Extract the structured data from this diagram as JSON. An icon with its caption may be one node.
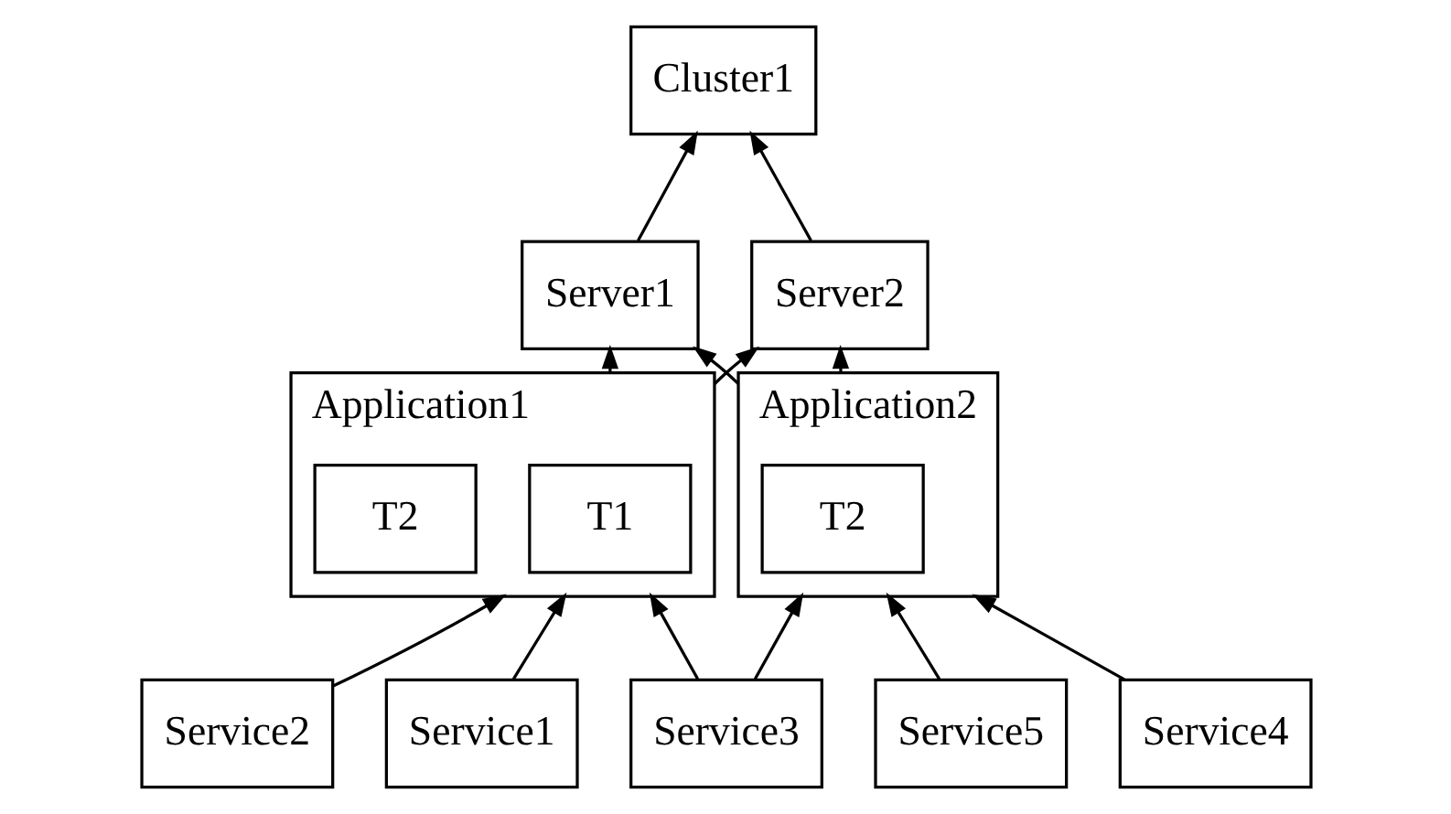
{
  "diagram": {
    "nodes": [
      {
        "text": [
          "Cluster1"
        ]
      },
      {
        "text": [
          "Server1"
        ]
      },
      {
        "text": [
          "Server2"
        ]
      },
      {
        "text": [
          "Application1"
        ]
      },
      {
        "text": [
          "T1"
        ],
        "in": 3
      },
      {
        "text": [
          "T2"
        ],
        "in": 3
      },
      {
        "text": [
          "Application2"
        ]
      },
      {
        "text": [
          "T2"
        ],
        "in": 6
      },
      {
        "text": [
          "Service1"
        ]
      },
      {
        "text": [
          "Service2"
        ]
      },
      {
        "text": [
          "Service3"
        ]
      },
      {
        "text": [
          "Service4"
        ]
      },
      {
        "text": [
          "Service5"
        ]
      }
    ],
    "edges": [
      {
        "from": 1,
        "to": 0,
        "arrow": "to"
      },
      {
        "from": 2,
        "to": 0,
        "arrow": "to"
      },
      {
        "from": 3,
        "to": 1,
        "arrow": "to"
      },
      {
        "from": 3,
        "to": 2,
        "arrow": "to"
      },
      {
        "from": 6,
        "to": 1,
        "arrow": "to"
      },
      {
        "from": 6,
        "to": 2,
        "arrow": "to"
      },
      {
        "from": 8,
        "to": 3,
        "arrow": "to"
      },
      {
        "from": 9,
        "to": 3,
        "arrow": "to"
      },
      {
        "from": 10,
        "to": 3,
        "arrow": "to"
      },
      {
        "from": 10,
        "to": 6,
        "arrow": "to"
      },
      {
        "from": 11,
        "to": 6,
        "arrow": "to"
      },
      {
        "from": 12,
        "to": 6,
        "arrow": "to"
      }
    ]
  }
}
